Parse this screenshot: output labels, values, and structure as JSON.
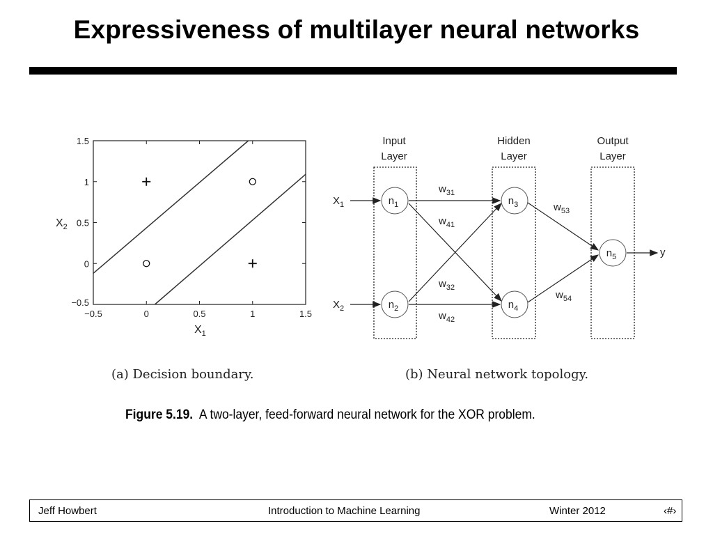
{
  "slide": {
    "title": "Expressiveness of multilayer neural networks"
  },
  "figure": {
    "number": "Figure 5.19.",
    "text": "A two-layer, feed-forward neural network for the XOR problem.",
    "caption_a": "(a) Decision boundary.",
    "caption_b": "(b) Neural network topology."
  },
  "chart_data": {
    "type": "scatter",
    "xlabel": "X1",
    "ylabel": "X2",
    "xlim": [
      -0.5,
      1.5
    ],
    "ylim": [
      -0.5,
      1.5
    ],
    "xticks": [
      "−0.5",
      "0",
      "0.5",
      "1",
      "1.5"
    ],
    "yticks": [
      "−0.5",
      "0",
      "0.5",
      "1",
      "1.5"
    ],
    "series": [
      {
        "marker": "+",
        "points": [
          [
            0,
            1
          ],
          [
            1,
            0
          ]
        ]
      },
      {
        "marker": "o",
        "points": [
          [
            0,
            0
          ],
          [
            1,
            1
          ]
        ]
      }
    ],
    "lines": [
      {
        "from": [
          -0.5,
          -0.12
        ],
        "to": [
          0.96,
          1.5
        ]
      },
      {
        "from": [
          0.08,
          -0.5
        ],
        "to": [
          1.5,
          1.09
        ]
      }
    ]
  },
  "network": {
    "layers": [
      "Input\nLayer",
      "Hidden\nLayer",
      "Output\nLayer"
    ],
    "inputs": [
      "X1",
      "X2"
    ],
    "nodes": [
      "n1",
      "n2",
      "n3",
      "n4",
      "n5"
    ],
    "weights": [
      "w31",
      "w41",
      "w32",
      "w42",
      "w53",
      "w54"
    ],
    "output": "y"
  },
  "footer": {
    "author": "Jeff Howbert",
    "course": "Introduction to Machine Learning",
    "term": "Winter 2012",
    "page": "‹#›"
  }
}
